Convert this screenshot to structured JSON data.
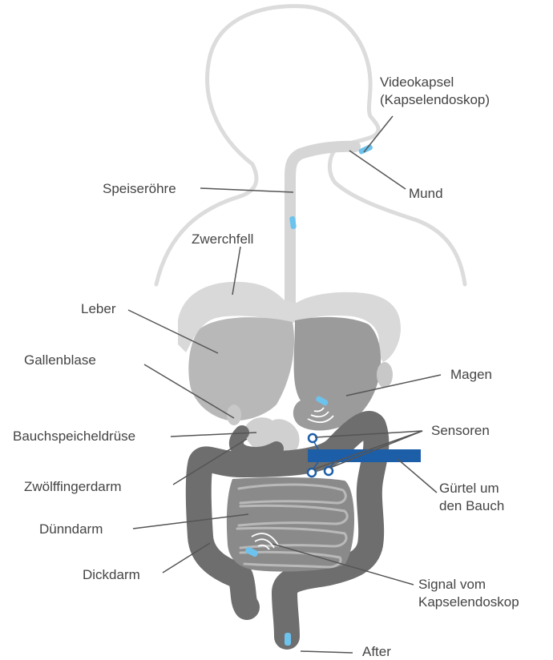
{
  "labels": {
    "videokapsel_line1": "Videokapsel",
    "videokapsel_line2": "(Kapselendoskop)",
    "mund": "Mund",
    "speiseroehre": "Speiseröhre",
    "zwerchfell": "Zwerchfell",
    "leber": "Leber",
    "gallenblase": "Gallenblase",
    "magen": "Magen",
    "sensoren": "Sensoren",
    "bauchspeicheldruese": "Bauchspeicheldrüse",
    "zwoelffingerdarm": "Zwölffingerdarm",
    "guertel_line1": "Gürtel um",
    "guertel_line2": "den Bauch",
    "duenndarm": "Dünndarm",
    "dickdarm": "Dickdarm",
    "signal_line1": "Signal vom",
    "signal_line2": "Kapselendoskop",
    "after": "After"
  },
  "colors": {
    "outline": "#dcdcdc",
    "diaphragm": "#d9d9d9",
    "liver": "#b8b8b8",
    "stomach": "#9b9b9b",
    "colon": "#6e6e6e",
    "small_intestine": "#8a8a8a",
    "capsule": "#6cc3ee",
    "belt": "#1d5ea8",
    "leader": "#555555"
  }
}
